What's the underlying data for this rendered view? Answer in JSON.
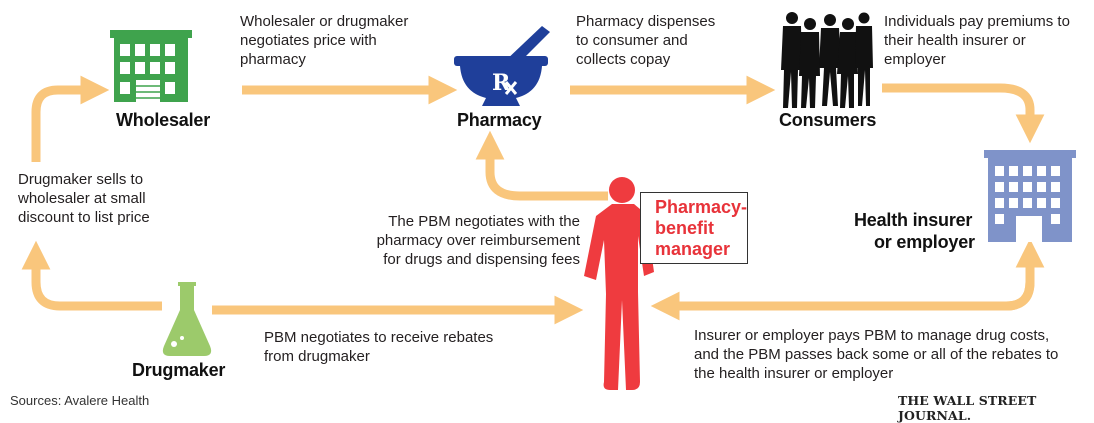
{
  "nodes": {
    "wholesaler": "Wholesaler",
    "pharmacy": "Pharmacy",
    "consumers": "Consumers",
    "insurer_line1": "Health insurer",
    "insurer_line2": "or employer",
    "drugmaker": "Drugmaker",
    "pbm_line1": "Pharmacy-",
    "pbm_line2": "benefit",
    "pbm_line3": "manager"
  },
  "steps": {
    "wholesaler_negotiates": [
      "Wholesaler or drugmaker",
      "negotiates price with",
      "pharmacy"
    ],
    "pharmacy_dispenses": [
      "Pharmacy dispenses",
      "to consumer and",
      "collects copay"
    ],
    "individuals_pay": [
      "Individuals pay premiums to",
      "their health insurer or",
      "employer"
    ],
    "drugmaker_sells": [
      "Drugmaker sells to",
      "wholesaler at small",
      "discount to list price"
    ],
    "pbm_negotiates_pharmacy": [
      "The PBM negotiates with the",
      "pharmacy over reimbursement",
      "for drugs and dispensing fees"
    ],
    "pbm_rebates": [
      "PBM negotiates to receive rebates",
      "from drugmaker"
    ],
    "insurer_pays": [
      "Insurer or employer pays PBM to manage drug costs,",
      "and the PBM passes back some or all of the rebates to",
      "the health insurer or employer"
    ]
  },
  "footer": {
    "source": "Sources: Avalere Health",
    "credit": "THE WALL STREET JOURNAL."
  },
  "colors": {
    "arrow": "#f9c67c",
    "wholesaler_icon": "#3fa34d",
    "pharmacy_icon": "#1f3f9a",
    "insurer_icon": "#7f93c9",
    "drugmaker_icon": "#9cca6b",
    "pbm_accent": "#ef3b3f"
  },
  "icons": {
    "wholesaler": "warehouse-building-icon",
    "pharmacy": "mortar-pestle-rx-icon",
    "consumers": "consumers-people-icon",
    "insurer": "office-building-icon",
    "drugmaker": "flask-icon",
    "pbm": "pbm-person-icon"
  }
}
